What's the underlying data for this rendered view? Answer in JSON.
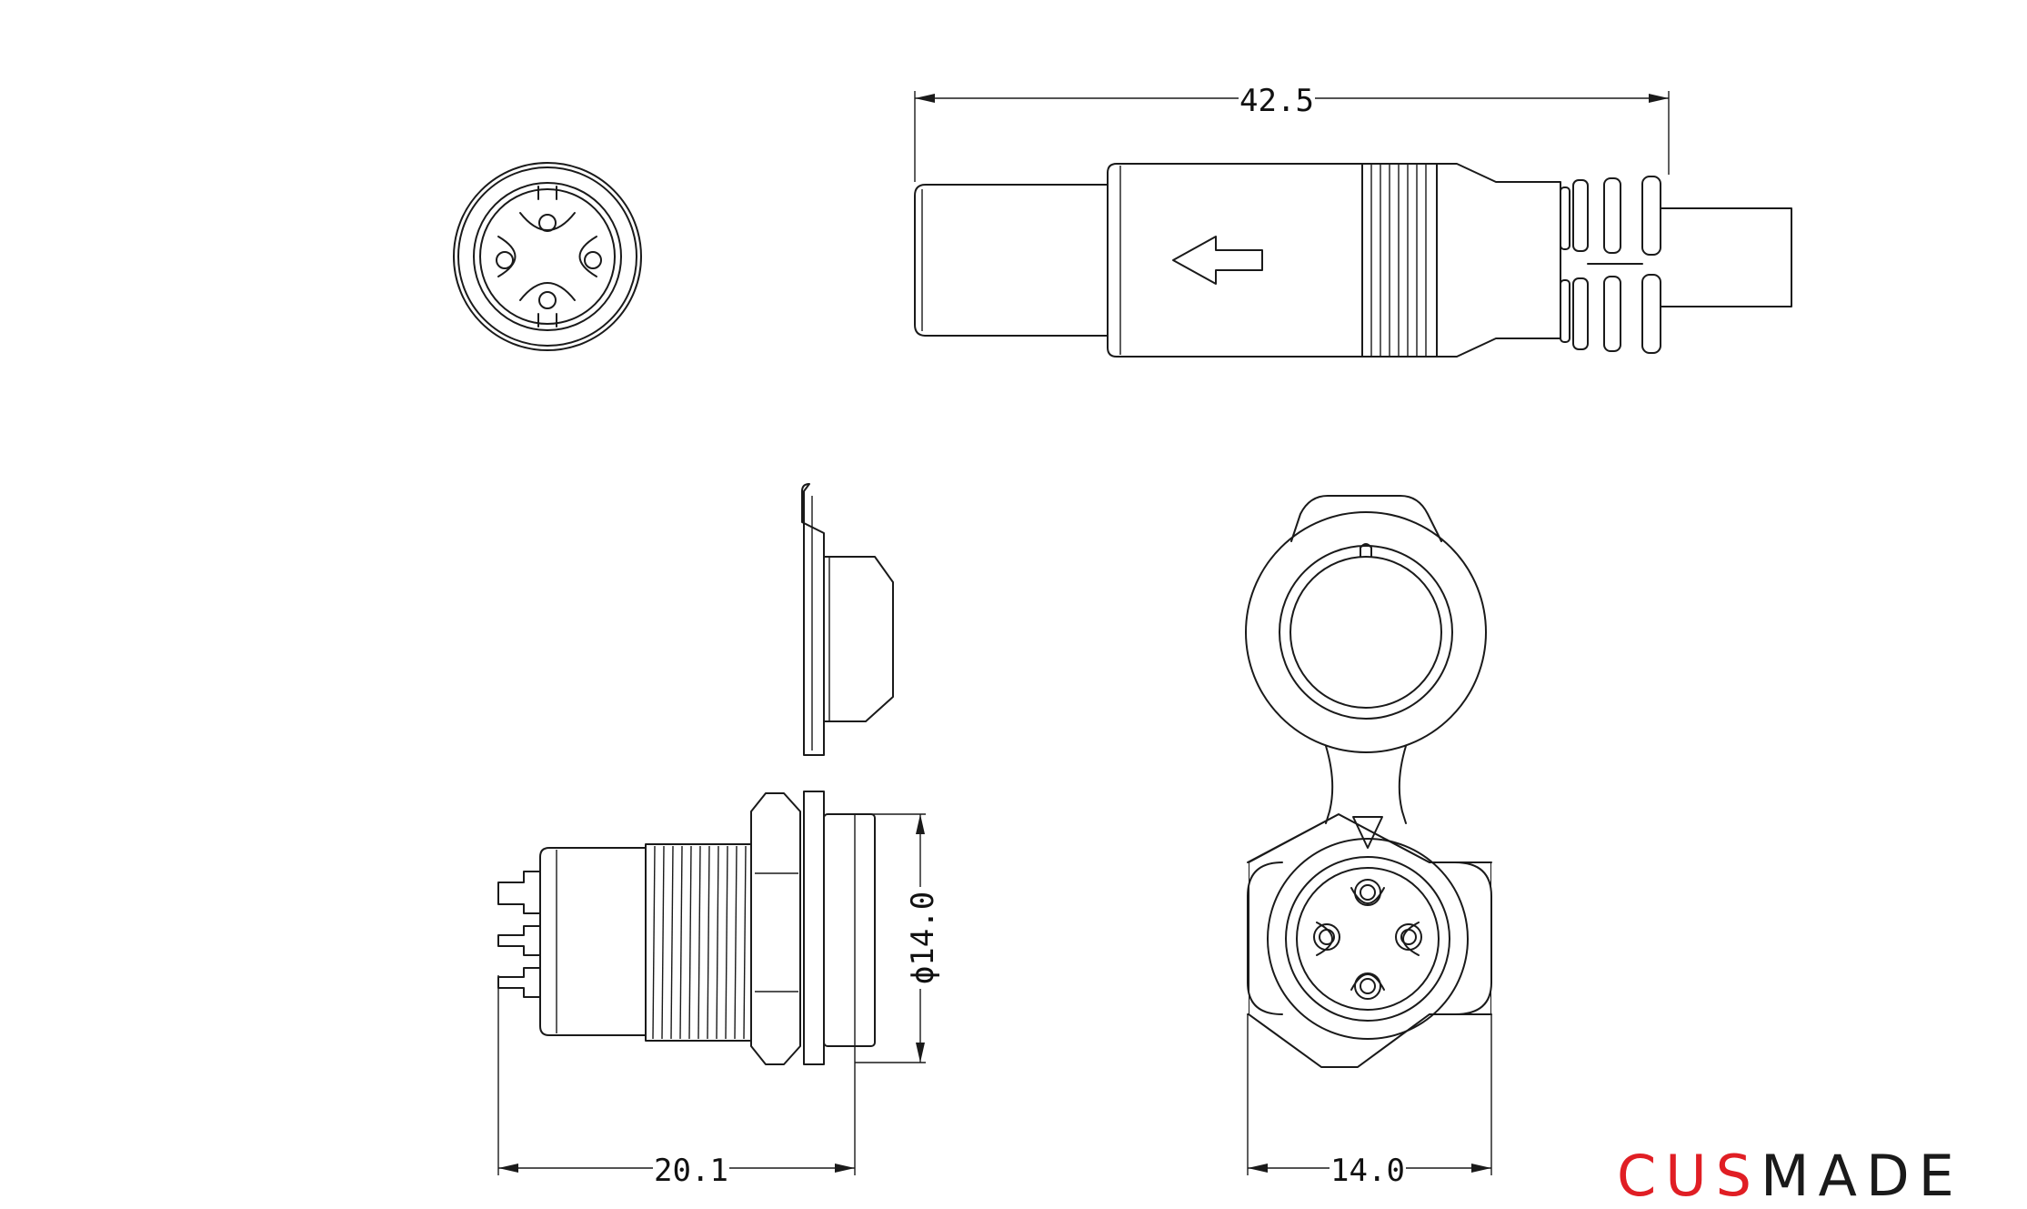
{
  "dimensions": {
    "overall_length": "42.5",
    "panel_depth": "20.1",
    "thread_diameter": "ϕ14.0",
    "flange_width": "14.0"
  },
  "logo": {
    "part1": "CUS",
    "part2": "MADE",
    "color_red": "#e01e24",
    "color_black": "#1a1a1a"
  },
  "colors": {
    "line": "#1a1a1a",
    "background": "#ffffff"
  }
}
